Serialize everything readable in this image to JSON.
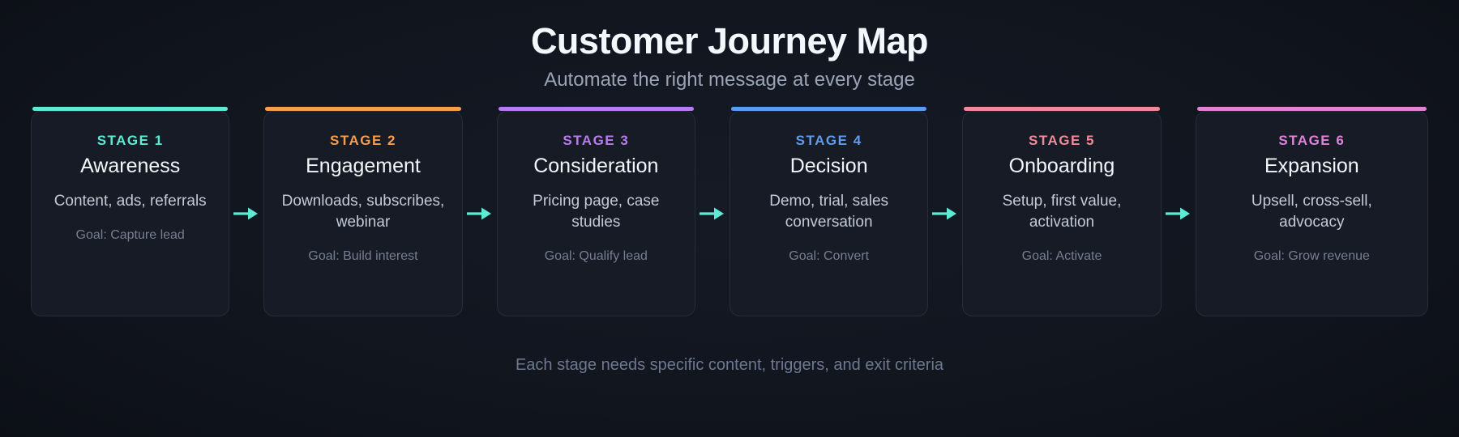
{
  "header": {
    "title": "Customer Journey Map",
    "subtitle": "Automate the right message at every stage"
  },
  "stages": [
    {
      "label": "STAGE 1",
      "name": "Awareness",
      "description": "Content, ads, referrals",
      "goal": "Goal: Capture lead",
      "accent": "#5eead4"
    },
    {
      "label": "STAGE 2",
      "name": "Engagement",
      "description": "Downloads, subscribes, webinar",
      "goal": "Goal: Build interest",
      "accent": "#f59e4b"
    },
    {
      "label": "STAGE 3",
      "name": "Consideration",
      "description": "Pricing page, case studies",
      "goal": "Goal: Qualify lead",
      "accent": "#b87cf0"
    },
    {
      "label": "STAGE 4",
      "name": "Decision",
      "description": "Demo, trial, sales conversation",
      "goal": "Goal: Convert",
      "accent": "#5b9df0"
    },
    {
      "label": "STAGE 5",
      "name": "Onboarding",
      "description": "Setup, first value, activation",
      "goal": "Goal: Activate",
      "accent": "#f4899a"
    },
    {
      "label": "STAGE 6",
      "name": "Expansion",
      "description": "Upsell, cross-sell, advocacy",
      "goal": "Goal: Grow revenue",
      "accent": "#e083d9"
    }
  ],
  "connector": {
    "icon": "arrow-right-icon",
    "color": "#5eead4",
    "count": 5
  },
  "footer": {
    "note": "Each stage needs specific content, triggers, and exit criteria"
  },
  "theme": {
    "background": "#0c0f16",
    "card_background": "#161b25",
    "card_border": "#252c3a",
    "title_color": "#f4f7fc",
    "subtitle_color": "#9aa4b6",
    "description_color": "#c2cad8",
    "goal_color": "#767f91",
    "footer_color": "#6e7890"
  }
}
